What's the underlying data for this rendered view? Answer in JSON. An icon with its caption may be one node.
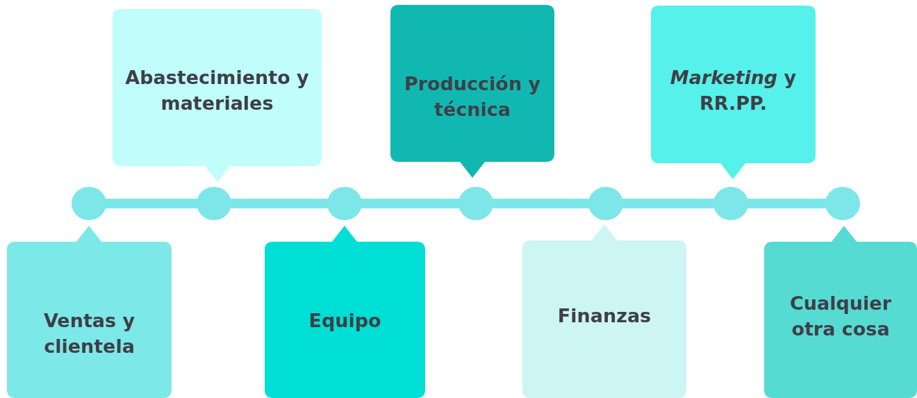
{
  "diagram": {
    "nodes": [
      {
        "text": [],
        "shape": "circle"
      },
      {
        "text": [],
        "shape": "circle"
      },
      {
        "text": [],
        "shape": "circle"
      },
      {
        "text": [],
        "shape": "circle"
      },
      {
        "text": [],
        "shape": "circle"
      },
      {
        "text": [],
        "shape": "circle"
      },
      {
        "text": [],
        "shape": "circle"
      },
      {
        "text": [
          "Ventas y clientela"
        ]
      },
      {
        "text": [
          "Abastecimiento y materiales"
        ]
      },
      {
        "text": [
          "Equipo"
        ]
      },
      {
        "text": [
          "Producción y técnica"
        ]
      },
      {
        "text": [
          "Finanzas"
        ]
      },
      {
        "text": [
          "*Marketing* y RR.PP."
        ]
      },
      {
        "text": [
          "Cualquier otra cosa"
        ]
      }
    ],
    "edges": [
      {
        "from": 0,
        "to": 1,
        "arrow": "none"
      },
      {
        "from": 1,
        "to": 2,
        "arrow": "none"
      },
      {
        "from": 2,
        "to": 3,
        "arrow": "none"
      },
      {
        "from": 3,
        "to": 4,
        "arrow": "none"
      },
      {
        "from": 4,
        "to": 5,
        "arrow": "none"
      },
      {
        "from": 5,
        "to": 6,
        "arrow": "none"
      }
    ]
  }
}
